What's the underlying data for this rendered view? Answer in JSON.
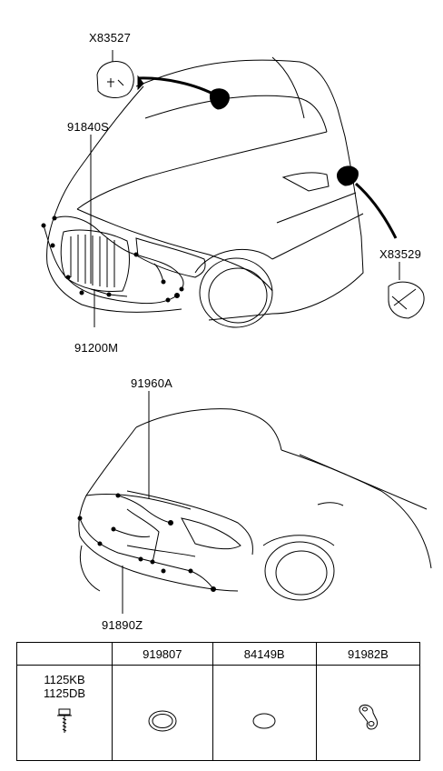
{
  "callouts": {
    "x83527": "X83527",
    "x91840s": "91840S",
    "x91200m": "91200M",
    "x83529": "X83529",
    "x91960a": "91960A",
    "x91890z": "91890Z"
  },
  "parts_table": {
    "headers": [
      "",
      "919807",
      "84149B",
      "91982B"
    ],
    "first_cell": [
      "1125KB",
      "1125DB"
    ]
  },
  "icons": [
    "bolt-icon",
    "grommet-icon",
    "ring-icon",
    "clip-icon"
  ]
}
